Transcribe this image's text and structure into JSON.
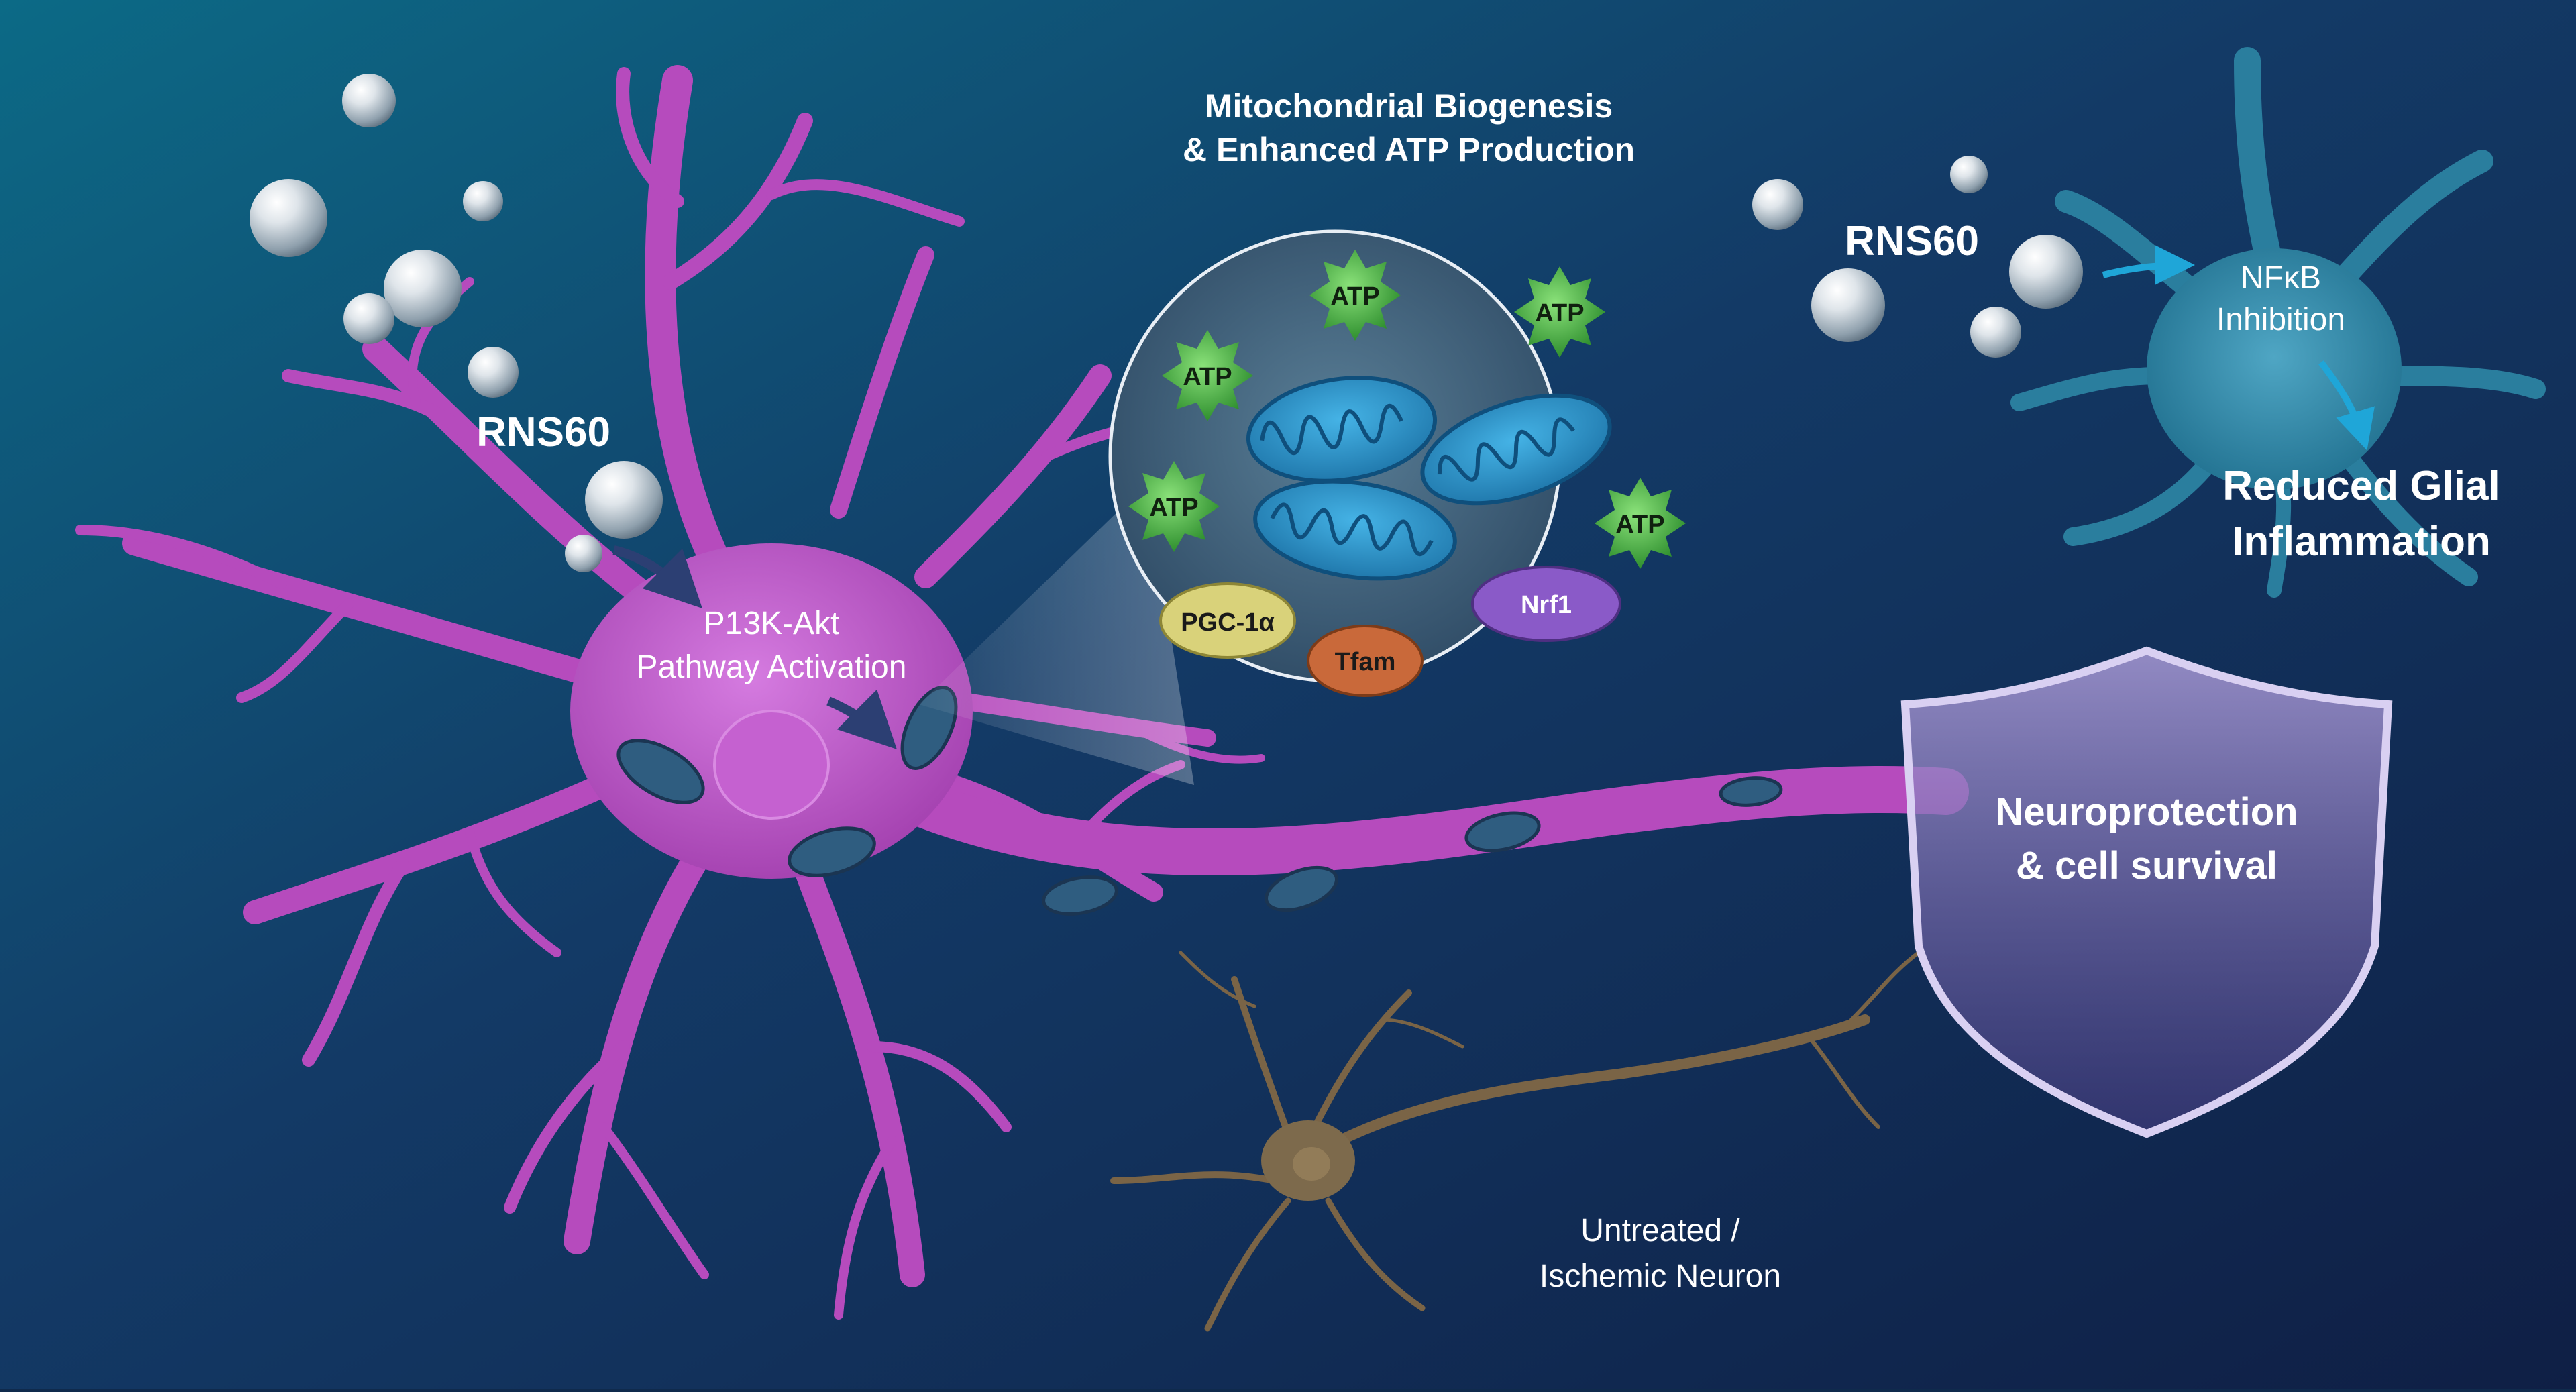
{
  "colors": {
    "background_top_left": "#0c6a86",
    "background_mid": "#133a66",
    "background_bottom_right": "#0f1f45",
    "neuron": "#b64bbd",
    "neuron_highlight": "#d57be0",
    "mitochondria": "#2a8fc4",
    "atp_star": "#3fae3f",
    "glial_cell": "#2f89a8",
    "ischemic_neuron": "#7a6446",
    "shield": "#8f7fbf",
    "pgc_oval": "#d9d27a",
    "tfam_oval": "#c9693a",
    "nrf1_oval": "#8a5ac8",
    "glial_arrow": "#1fa6d8",
    "text_white": "#ffffff"
  },
  "labels": {
    "rns60_left": "RNS60",
    "pathway": [
      "P13K-Akt",
      "Pathway Activation"
    ],
    "zoom_title": [
      "Mitochondrial Biogenesis",
      "& Enhanced ATP Production"
    ],
    "atp": "ATP",
    "pgc": "PGC-1α",
    "tfam": "Tfam",
    "nrf1": "Nrf1",
    "rns60_right": "RNS60",
    "nfkb": [
      "NFκB",
      "Inhibition"
    ],
    "glial_outcome": [
      "Reduced Glial",
      "Inflammation"
    ],
    "shield": [
      "Neuroprotection",
      "& cell survival"
    ],
    "ischemic": [
      "Untreated /",
      "Ischemic Neuron"
    ]
  }
}
